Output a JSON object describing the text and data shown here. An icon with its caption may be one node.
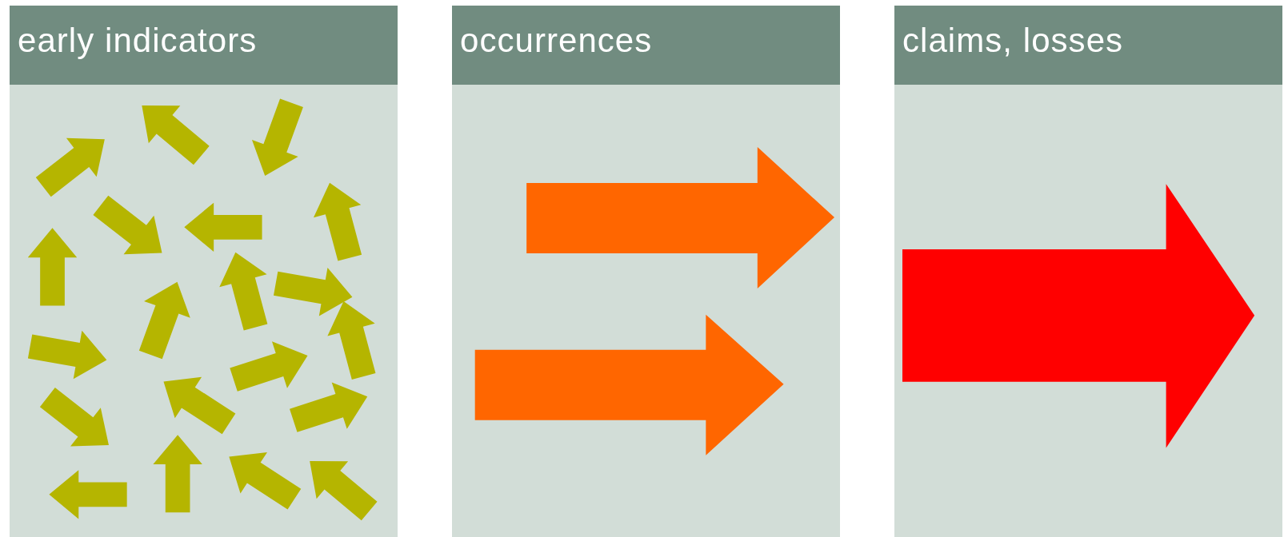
{
  "diagram": {
    "nodes": [
      {
        "text": [
          "early indicators"
        ]
      },
      {
        "text": [
          "occurrences"
        ]
      },
      {
        "text": [
          "claims, losses"
        ]
      }
    ]
  }
}
